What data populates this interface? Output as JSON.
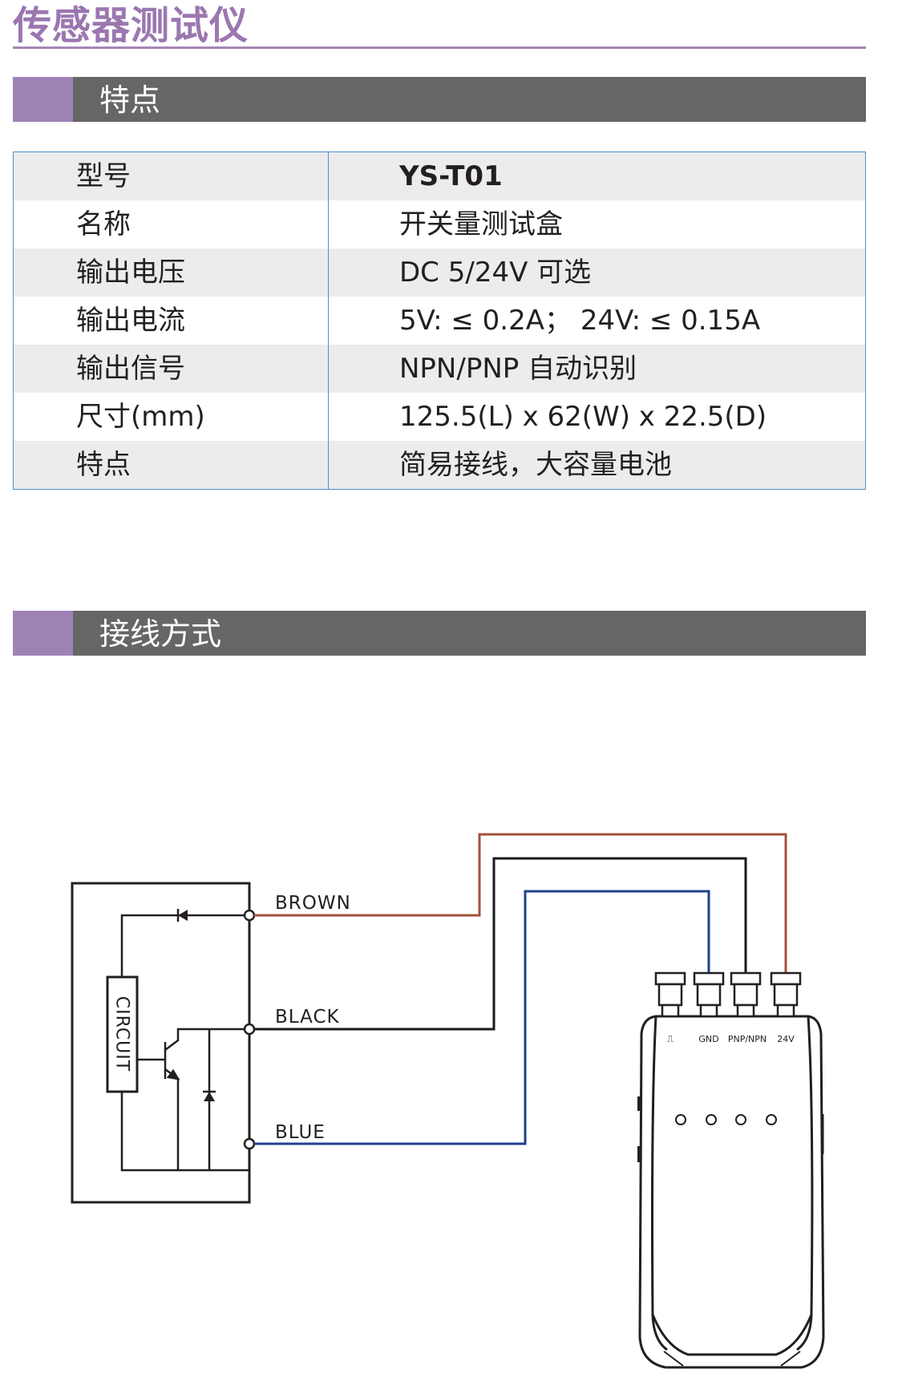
{
  "page_title": "传感器测试仪",
  "sections": {
    "features": "特点",
    "wiring": "接线方式"
  },
  "specs": [
    {
      "key": "型号",
      "value": "YS-T01"
    },
    {
      "key": "名称",
      "value": "开关量测试盒"
    },
    {
      "key": "输出电压",
      "value": "DC 5/24V 可选"
    },
    {
      "key": "输出电流",
      "value": "5V: ≤ 0.2A；  24V: ≤ 0.15A"
    },
    {
      "key": "输出信号",
      "value": "NPN/PNP 自动识别"
    },
    {
      "key": "尺寸(mm)",
      "value": "125.5(L) x 62(W) x 22.5(D)"
    },
    {
      "key": "特点",
      "value": "简易接线，大容量电池"
    }
  ],
  "diagram": {
    "circuit_label": "CIRCUIT",
    "wires": {
      "brown": "BROWN",
      "black": "BLACK",
      "blue": "BLUE"
    },
    "terminals": {
      "signal": "⎍",
      "gnd": "GND",
      "pnp_npn": "PNP/NPN",
      "v24": "24V"
    },
    "colors": {
      "brown": "#a0523a",
      "black": "#1a1a1a",
      "blue": "#1f3f8f"
    }
  }
}
